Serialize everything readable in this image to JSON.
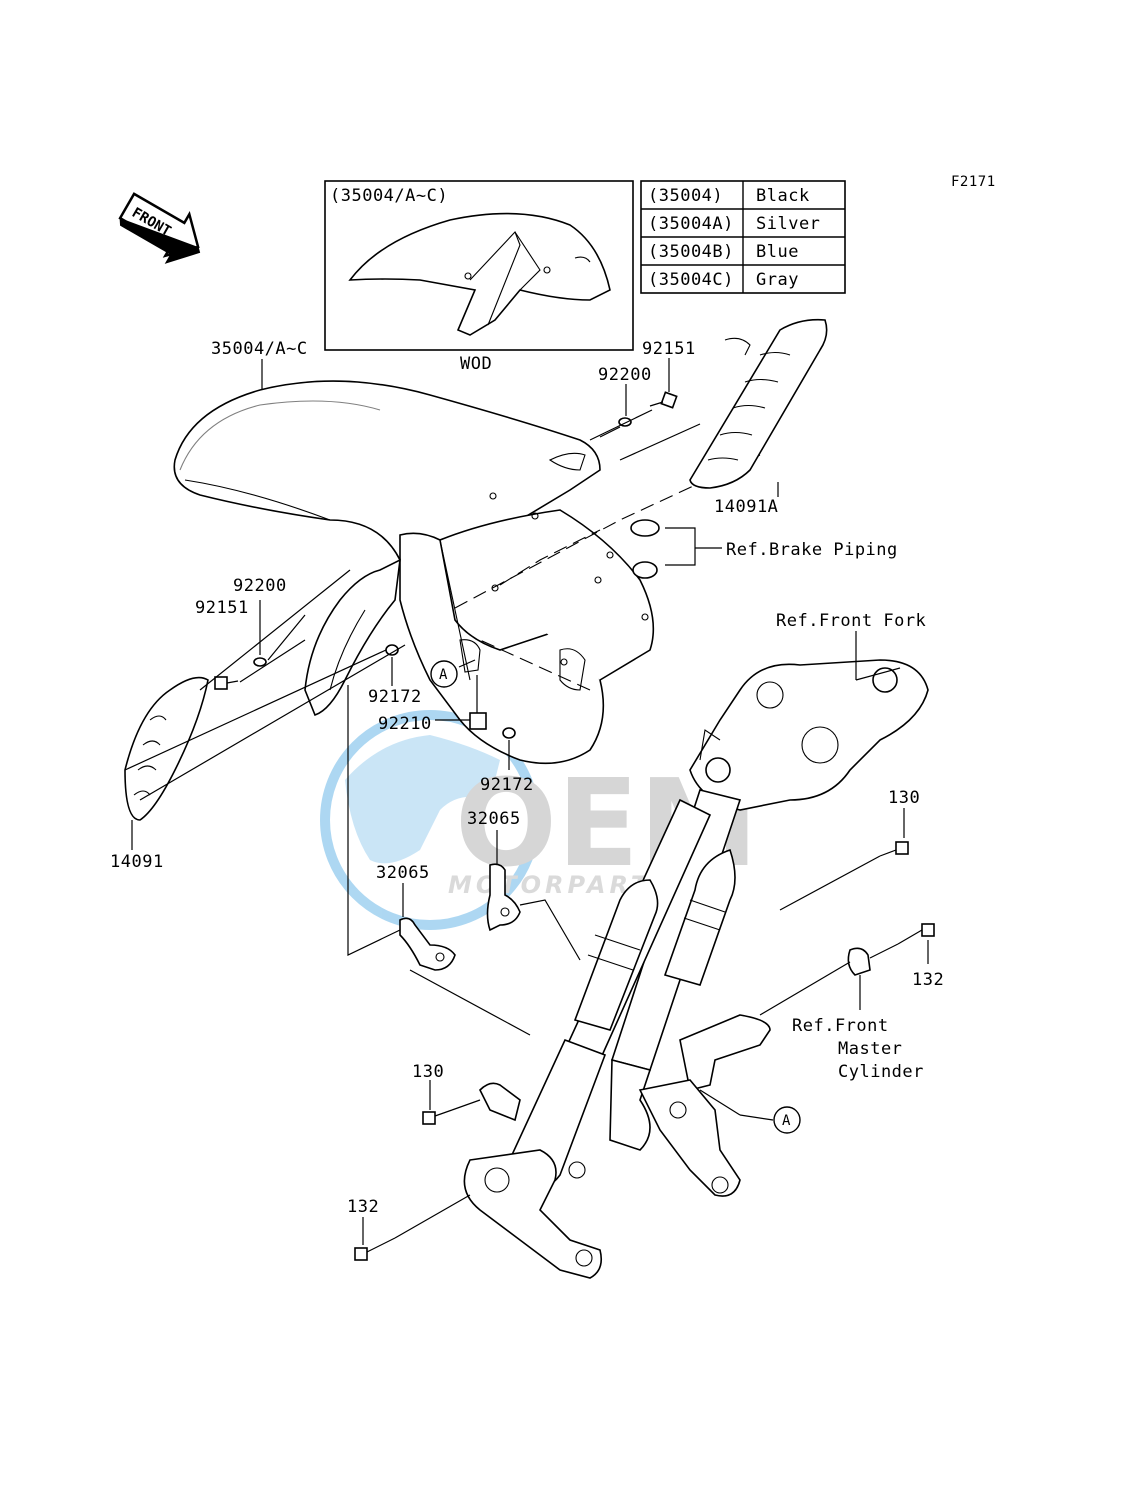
{
  "diagram": {
    "figure_code": "F2171",
    "front_label": "FRONT",
    "inset": {
      "title": "(35004/A~C)",
      "caption": "WOD"
    },
    "color_table": {
      "rows": [
        {
          "code": "(35004)",
          "color": "Black"
        },
        {
          "code": "(35004A)",
          "color": "Silver"
        },
        {
          "code": "(35004B)",
          "color": "Blue"
        },
        {
          "code": "(35004C)",
          "color": "Gray"
        }
      ]
    },
    "callouts": {
      "fender": "35004/A~C",
      "bolt_top": "92151",
      "washer_top": "92200",
      "cover_right": "14091A",
      "ref_brake": "Ref.Brake Piping",
      "ref_fork": "Ref.Front Fork",
      "washer_left": "92200",
      "bolt_left": "92151",
      "grommet_left": "92172",
      "nut_clip": "92210",
      "grommet_right": "92172",
      "cover_left": "14091",
      "bracket_upper": "32065",
      "bracket_lower": "32065",
      "bolt_130_upper": "130",
      "bolt_132_right": "132",
      "ref_master_1": "Ref.Front",
      "ref_master_2": "Master",
      "ref_master_3": "Cylinder",
      "bolt_130_lower": "130",
      "bolt_132_lower": "132",
      "ref_a_left": "A",
      "ref_a_right": "A"
    },
    "watermark": {
      "brand": "OEM",
      "sub": "MOTORPARTS",
      "accent": "#4aa3df",
      "grey": "#9a9a9a"
    }
  }
}
